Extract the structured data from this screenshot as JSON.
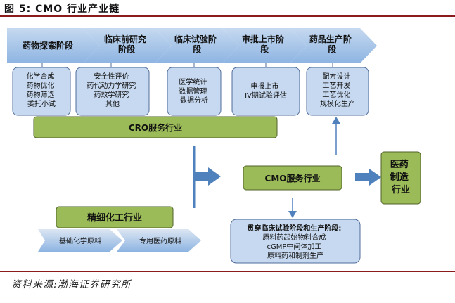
{
  "title": "图 5:  CMO 行业产业链",
  "stages": [
    {
      "label_lines": [
        "药物探索阶段"
      ]
    },
    {
      "label_lines": [
        "临床前研究",
        "阶段"
      ]
    },
    {
      "label_lines": [
        "临床试验阶",
        "段"
      ]
    },
    {
      "label_lines": [
        "审批上市阶",
        "段"
      ]
    },
    {
      "label_lines": [
        "药品生产阶",
        "段"
      ]
    }
  ],
  "stage_boxes": [
    {
      "lines": [
        "化学合成",
        "药物优化",
        "药物筛选",
        "委托小试"
      ]
    },
    {
      "lines": [
        "安全性评价",
        "药代动力学研究",
        "药效学研究",
        "其他"
      ]
    },
    {
      "lines": [
        "医学统计",
        "数据管理",
        "数据分析"
      ]
    },
    {
      "lines": [
        "申报上市",
        "IV期试验评估"
      ]
    },
    {
      "lines": [
        "配方设计",
        "工艺开发",
        "工艺优化",
        "规模化生产"
      ]
    }
  ],
  "cro_label": "CRO服务行业",
  "cmo_label": "CMO服务行业",
  "pharma_label_lines": [
    "医药",
    "制造",
    "行业"
  ],
  "fine_chem_label": "精细化工行业",
  "base_items": [
    "基础化学原料",
    "专用医药原料"
  ],
  "cmo_detail": {
    "heading": "贯穿临床试验阶段和生产阶段:",
    "lines": [
      "原料药起始物料合成",
      "cGMP中间体加工",
      "原料药和制剂生产"
    ]
  },
  "source": "资料来源:渤海证券研究所",
  "colors": {
    "stage_fill": "#8db4e2",
    "stage_fill_light": "#c6d9f0",
    "box_fill": "#c6d9f0",
    "box_stroke": "#4f6d9a",
    "green_fill": "#9bbb59",
    "green_stroke": "#4f6228",
    "arrow_fill": "#4f81bd",
    "rule": "#8b1a1a"
  }
}
